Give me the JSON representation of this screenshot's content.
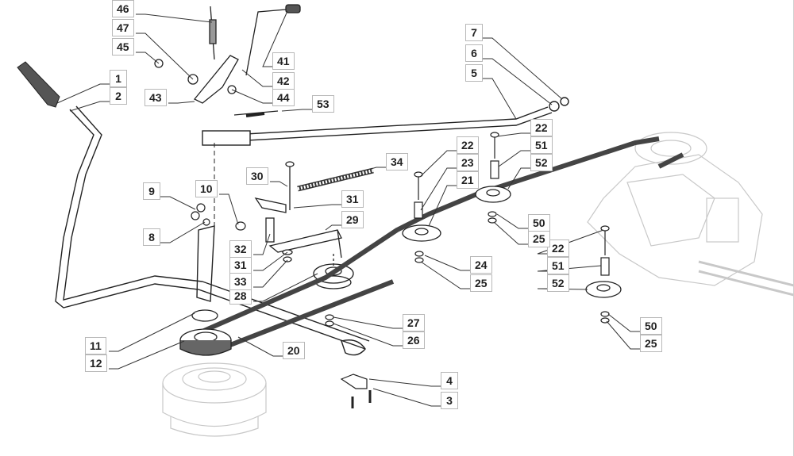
{
  "diagram": {
    "title": "Clutch, pedal and drive belt assembly — exploded parts view",
    "colors": {
      "line": "#222222",
      "belt": "#444444",
      "ghost": "#c8c8c8",
      "label_border": "#b8b8b8"
    },
    "callouts": [
      {
        "id": "c1",
        "label": "1",
        "part": "pedal-pad"
      },
      {
        "id": "c2",
        "label": "2",
        "part": "pedal-lever"
      },
      {
        "id": "c3",
        "label": "3",
        "part": "screw"
      },
      {
        "id": "c4",
        "label": "4",
        "part": "belt-guide-bracket"
      },
      {
        "id": "c5",
        "label": "5",
        "part": "control-rod"
      },
      {
        "id": "c6",
        "label": "6",
        "part": "washer"
      },
      {
        "id": "c7",
        "label": "7",
        "part": "clip"
      },
      {
        "id": "c8",
        "label": "8",
        "part": "washer"
      },
      {
        "id": "c9",
        "label": "9",
        "part": "bushings"
      },
      {
        "id": "c10",
        "label": "10",
        "part": "pin"
      },
      {
        "id": "c11",
        "label": "11",
        "part": "spacer"
      },
      {
        "id": "c12",
        "label": "12",
        "part": "engine-pulley"
      },
      {
        "id": "c20",
        "label": "20",
        "part": "drive-belt"
      },
      {
        "id": "c21",
        "label": "21",
        "part": "idler-pulley"
      },
      {
        "id": "c22a",
        "label": "22",
        "part": "bolt"
      },
      {
        "id": "c22b",
        "label": "22",
        "part": "bolt"
      },
      {
        "id": "c22c",
        "label": "22",
        "part": "bolt"
      },
      {
        "id": "c23",
        "label": "23",
        "part": "spacer"
      },
      {
        "id": "c24",
        "label": "24",
        "part": "washer"
      },
      {
        "id": "c25a",
        "label": "25",
        "part": "nut"
      },
      {
        "id": "c25b",
        "label": "25",
        "part": "nut"
      },
      {
        "id": "c25c",
        "label": "25",
        "part": "nut"
      },
      {
        "id": "c26",
        "label": "26",
        "part": "nut"
      },
      {
        "id": "c27",
        "label": "27",
        "part": "washer"
      },
      {
        "id": "c28",
        "label": "28",
        "part": "tensioner-pulley"
      },
      {
        "id": "c29",
        "label": "29",
        "part": "tensioner-arm"
      },
      {
        "id": "c30",
        "label": "30",
        "part": "bolt"
      },
      {
        "id": "c31a",
        "label": "31",
        "part": "washer"
      },
      {
        "id": "c31b",
        "label": "31",
        "part": "washer"
      },
      {
        "id": "c32",
        "label": "32",
        "part": "pivot-pin"
      },
      {
        "id": "c33",
        "label": "33",
        "part": "nut"
      },
      {
        "id": "c34",
        "label": "34",
        "part": "tension-spring"
      },
      {
        "id": "c41",
        "label": "41",
        "part": "handle-grip"
      },
      {
        "id": "c42",
        "label": "42",
        "part": "parking-brake-lever"
      },
      {
        "id": "c43",
        "label": "43",
        "part": "lever-plate"
      },
      {
        "id": "c44",
        "label": "44",
        "part": "pin"
      },
      {
        "id": "c45",
        "label": "45",
        "part": "nut"
      },
      {
        "id": "c46",
        "label": "46",
        "part": "spring"
      },
      {
        "id": "c47",
        "label": "47",
        "part": "washer"
      },
      {
        "id": "c50a",
        "label": "50",
        "part": "washer"
      },
      {
        "id": "c50b",
        "label": "50",
        "part": "washer"
      },
      {
        "id": "c51a",
        "label": "51",
        "part": "spacer"
      },
      {
        "id": "c51b",
        "label": "51",
        "part": "spacer"
      },
      {
        "id": "c52a",
        "label": "52",
        "part": "idler-pulley"
      },
      {
        "id": "c52b",
        "label": "52",
        "part": "idler-pulley"
      },
      {
        "id": "c53",
        "label": "53",
        "part": "return-spring"
      }
    ]
  }
}
